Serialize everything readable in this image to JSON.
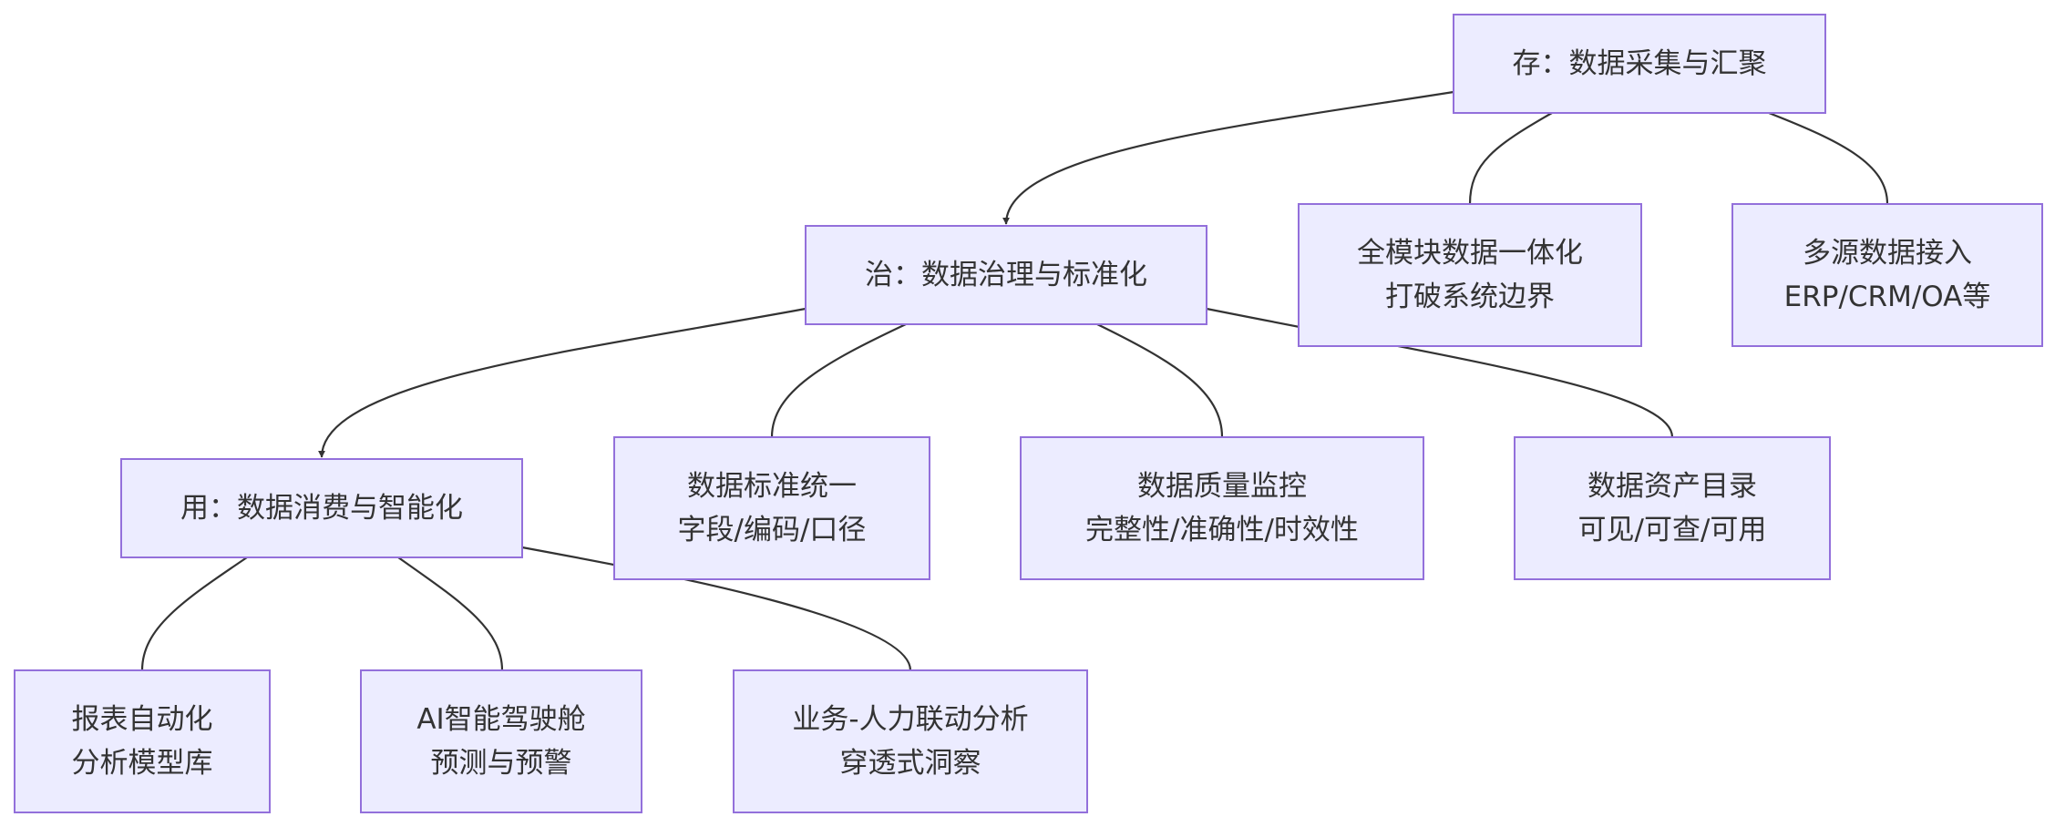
{
  "diagram": {
    "type": "flowchart",
    "colors": {
      "node_fill": "#ECECFF",
      "node_border": "#9370DB",
      "edge": "#333333",
      "text": "#333333"
    },
    "nodes": [
      {
        "id": "cun",
        "lines": [
          "存：数据采集与汇聚"
        ]
      },
      {
        "id": "zhi",
        "lines": [
          "治：数据治理与标准化"
        ]
      },
      {
        "id": "yitihua",
        "lines": [
          "全模块数据一体化",
          "打破系统边界"
        ]
      },
      {
        "id": "duoyuan",
        "lines": [
          "多源数据接入",
          "ERP/CRM/OA等"
        ]
      },
      {
        "id": "yong",
        "lines": [
          "用：数据消费与智能化"
        ]
      },
      {
        "id": "biaozhun",
        "lines": [
          "数据标准统一",
          "字段/编码/口径"
        ]
      },
      {
        "id": "zhiliang",
        "lines": [
          "数据质量监控",
          "完整性/准确性/时效性"
        ]
      },
      {
        "id": "zichan",
        "lines": [
          "数据资产目录",
          "可见/可查/可用"
        ]
      },
      {
        "id": "baobiao",
        "lines": [
          "报表自动化",
          "分析模型库"
        ]
      },
      {
        "id": "ai",
        "lines": [
          "AI智能驾驶舱",
          "预测与预警"
        ]
      },
      {
        "id": "yewu",
        "lines": [
          "业务-人力联动分析",
          "穿透式洞察"
        ]
      }
    ],
    "edges": [
      {
        "from": "cun",
        "to": "zhi",
        "arrow": true
      },
      {
        "from": "cun",
        "to": "yitihua",
        "arrow": false
      },
      {
        "from": "cun",
        "to": "duoyuan",
        "arrow": false
      },
      {
        "from": "zhi",
        "to": "yong",
        "arrow": true
      },
      {
        "from": "zhi",
        "to": "biaozhun",
        "arrow": false
      },
      {
        "from": "zhi",
        "to": "zhiliang",
        "arrow": false
      },
      {
        "from": "zhi",
        "to": "zichan",
        "arrow": false
      },
      {
        "from": "yong",
        "to": "baobiao",
        "arrow": false
      },
      {
        "from": "yong",
        "to": "ai",
        "arrow": false
      },
      {
        "from": "yong",
        "to": "yewu",
        "arrow": false
      }
    ]
  }
}
